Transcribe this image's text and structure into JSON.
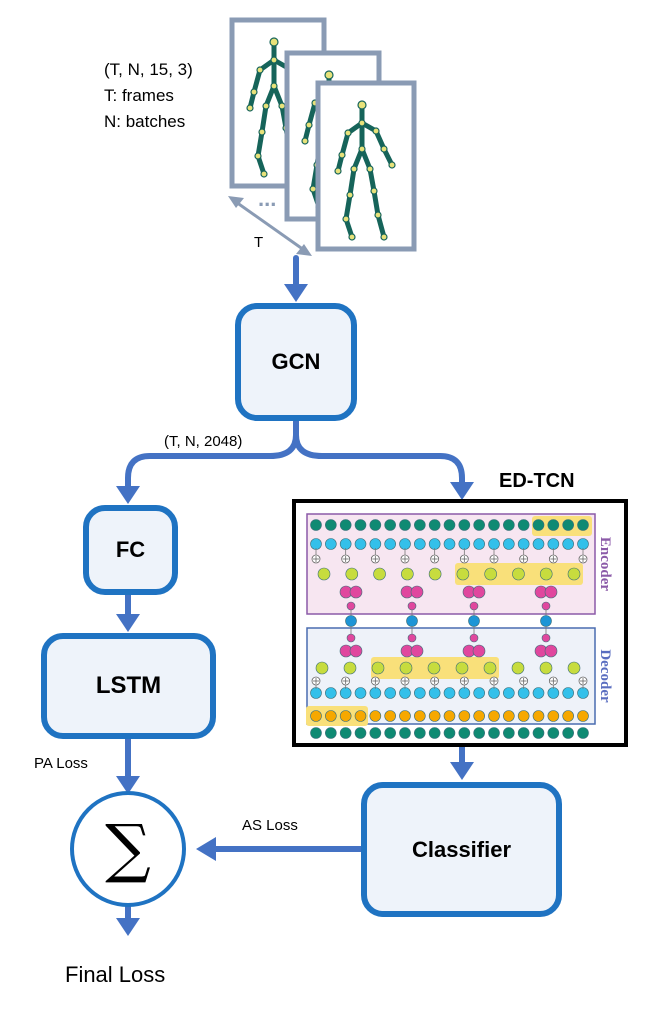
{
  "input": {
    "shape": "(T, N, 15, 3)",
    "t_desc": "T: frames",
    "n_desc": "N: batches",
    "time_axis": "T",
    "ellipsis": "..."
  },
  "gcn": {
    "label": "GCN",
    "output_shape": "(T, N, 2048)"
  },
  "fc": {
    "label": "FC"
  },
  "lstm": {
    "label": "LSTM"
  },
  "edtcn": {
    "title": "ED-TCN",
    "encoder_label": "Encoder",
    "decoder_label": "Decoder"
  },
  "classifier": {
    "label": "Classifier"
  },
  "sum": {
    "symbol": "∑"
  },
  "losses": {
    "pa": "PA Loss",
    "as": "AS Loss",
    "final": "Final Loss"
  },
  "colors": {
    "arrow": "#4472c4",
    "box_border": "#1f73c2",
    "box_fill": "#eef3fa",
    "skeleton": "#16645a",
    "joint": "#e8e27a",
    "frame_border": "#8a9bb4",
    "dark_teal": "#0f8a73",
    "light_blue": "#33c0ea",
    "lime": "#c7dc3e",
    "pink": "#e0479e",
    "mid_blue": "#1d95d6",
    "orange": "#f6a800",
    "highlight": "#f9e07a",
    "encoder_fill": "#f7e6f1",
    "decoder_fill": "#eef2f9",
    "encoder_text": "#8b5aa8",
    "decoder_text": "#5a6ec0"
  }
}
